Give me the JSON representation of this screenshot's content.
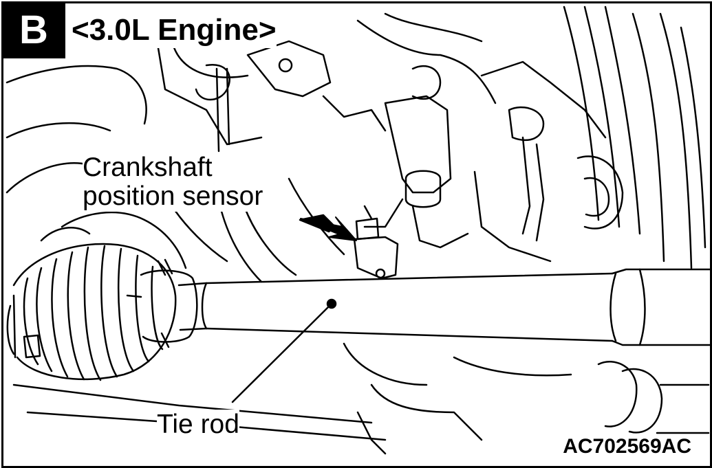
{
  "figure": {
    "badge": "B",
    "title": "<3.0L Engine>",
    "labels": {
      "crankshaft_sensor_line1": "Crankshaft",
      "crankshaft_sensor_line2": "position sensor",
      "tie_rod": "Tie rod"
    },
    "figure_code": "AC702569AC"
  },
  "colors": {
    "ink": "#000000",
    "paper": "#ffffff"
  }
}
